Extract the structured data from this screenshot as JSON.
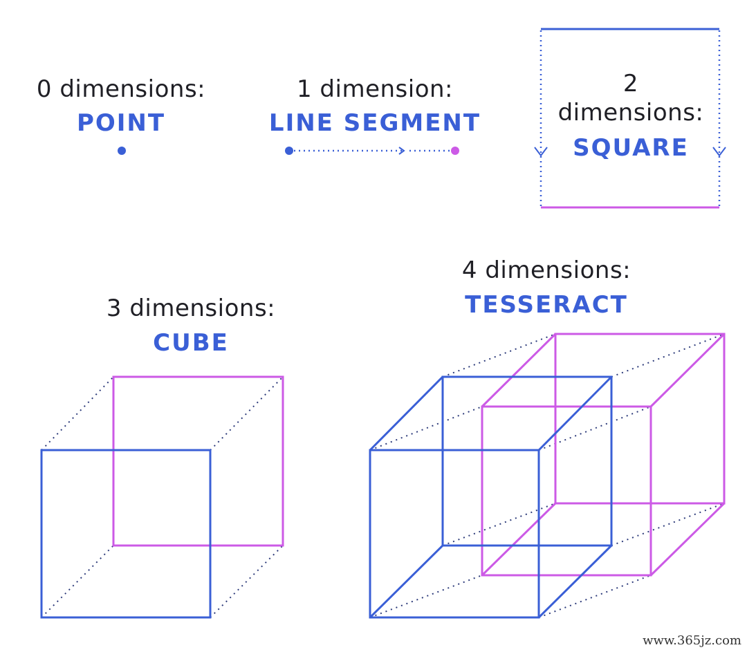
{
  "colors": {
    "blue": "#3a5fd6",
    "magenta": "#cc5ae6",
    "text": "#1f1f25",
    "dotted": "#2c3a7a"
  },
  "point": {
    "caption": "0 dimensions:",
    "name": "POINT"
  },
  "line_segment": {
    "caption": "1 dimension:",
    "name": "LINE SEGMENT"
  },
  "square": {
    "caption_line1": "2",
    "caption_line2": "dimensions:",
    "name": "SQUARE"
  },
  "cube": {
    "caption": "3 dimensions:",
    "name": "CUBE"
  },
  "tesseract": {
    "caption": "4 dimensions:",
    "name": "TESSERACT"
  },
  "watermark": "www.365jz.com"
}
